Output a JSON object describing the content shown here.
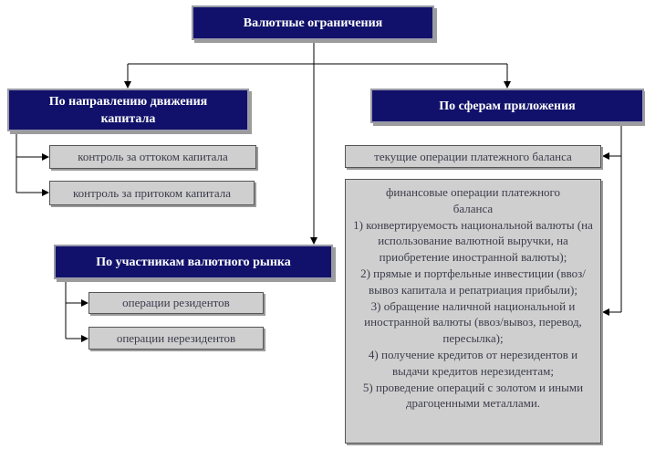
{
  "title": "Валютные ограничения",
  "branches": {
    "direction": {
      "label": "По направлению движения капитала",
      "items": [
        "контроль за оттоком капитала",
        "контроль за притоком капитала"
      ]
    },
    "participants": {
      "label": "По участникам валютного рынка",
      "items": [
        "операции резидентов",
        "операции нерезидентов"
      ]
    },
    "spheres": {
      "label": "По сферам приложения",
      "current": "текущие операции платежного баланса",
      "financial": {
        "heading": "финансовые операции платежного баланса",
        "items": [
          "1) конвертируемость национальной валюты (на использование валютной выручки, на приобретение иностранной валюты);",
          "2) прямые и портфельные инвестиции (ввоз/вывоз капитала и репатриация прибыли);",
          "3) обращение наличной национальной и иностранной валюты (ввоз/вывоз, перевод, пересылка);",
          "4) получение кредитов от нерезидентов и выдачи кредитов нерезидентам;",
          "5) проведение операций с золотом и иными драгоценными металлами."
        ]
      }
    }
  },
  "colors": {
    "header_fill": "#11116b",
    "header_text": "#ffffff",
    "item_fill": "#cfcfcf",
    "item_text": "#3c3c4c"
  }
}
